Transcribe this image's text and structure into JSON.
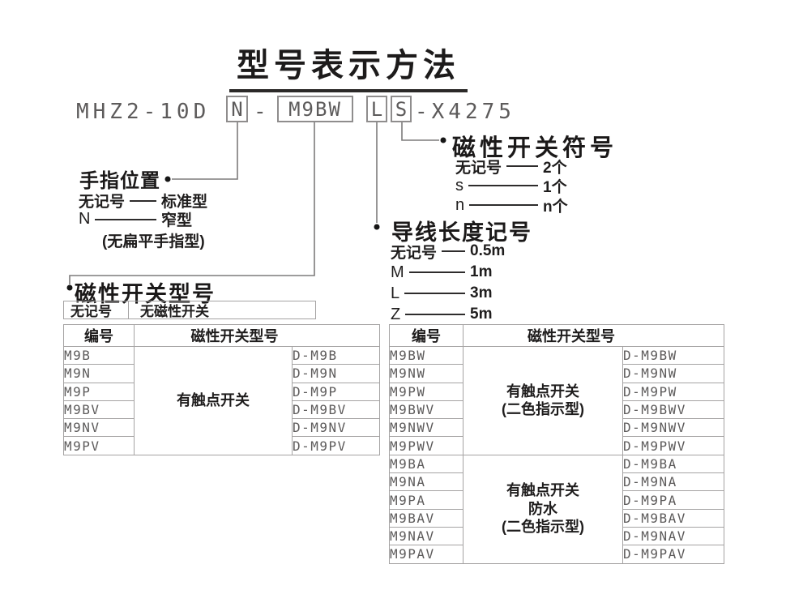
{
  "title": "型号表示方法",
  "model_code": {
    "prefix": "MHZ2-10D",
    "finger_box": "N",
    "dash": "-",
    "switch_box": "M9BW",
    "lead_box": "L",
    "qty_box": "S",
    "suffix": "-X4275"
  },
  "finger_position": {
    "title": "手指位置",
    "items": [
      {
        "symbol": "无记号",
        "value": "标准型"
      },
      {
        "symbol": "N",
        "value": "窄型"
      }
    ],
    "note": "(无扁平手指型)"
  },
  "switch_count": {
    "title": "磁性开关符号",
    "items": [
      {
        "symbol": "无记号",
        "value": "2个"
      },
      {
        "symbol": "s",
        "value": "1个"
      },
      {
        "symbol": "n",
        "value": "n个"
      }
    ]
  },
  "lead_length": {
    "title": "导线长度记号",
    "items": [
      {
        "symbol": "无记号",
        "value": "0.5m"
      },
      {
        "symbol": "M",
        "value": "1m"
      },
      {
        "symbol": "L",
        "value": "3m"
      },
      {
        "symbol": "Z",
        "value": "5m"
      }
    ]
  },
  "switch_model": {
    "title": "磁性开关型号",
    "none_symbol": "无记号",
    "none_value": "无磁性开关"
  },
  "left_table": {
    "col_headers": [
      "编号",
      "磁性开关型号"
    ],
    "groups": [
      {
        "type_lines": [
          "有触点开关"
        ],
        "rows": [
          {
            "code": "M9B",
            "model": "D-M9B"
          },
          {
            "code": "M9N",
            "model": "D-M9N"
          },
          {
            "code": "M9P",
            "model": "D-M9P"
          },
          {
            "code": "M9BV",
            "model": "D-M9BV"
          },
          {
            "code": "M9NV",
            "model": "D-M9NV"
          },
          {
            "code": "M9PV",
            "model": "D-M9PV"
          }
        ]
      }
    ]
  },
  "right_table": {
    "col_headers": [
      "编号",
      "磁性开关型号"
    ],
    "groups": [
      {
        "type_lines": [
          "有触点开关",
          "(二色指示型)"
        ],
        "rows": [
          {
            "code": "M9BW",
            "model": "D-M9BW"
          },
          {
            "code": "M9NW",
            "model": "D-M9NW"
          },
          {
            "code": "M9PW",
            "model": "D-M9PW"
          },
          {
            "code": "M9BWV",
            "model": "D-M9BWV"
          },
          {
            "code": "M9NWV",
            "model": "D-M9NWV"
          },
          {
            "code": "M9PWV",
            "model": "D-M9PWV"
          }
        ]
      },
      {
        "type_lines": [
          "有触点开关",
          "防水",
          "(二色指示型)"
        ],
        "rows": [
          {
            "code": "M9BA",
            "model": "D-M9BA"
          },
          {
            "code": "M9NA",
            "model": "D-M9NA"
          },
          {
            "code": "M9PA",
            "model": "D-M9PA"
          },
          {
            "code": "M9BAV",
            "model": "D-M9BAV"
          },
          {
            "code": "M9NAV",
            "model": "D-M9NAV"
          },
          {
            "code": "M9PAV",
            "model": "D-M9PAV"
          }
        ]
      }
    ]
  },
  "colors": {
    "text_dark": "#1f1d1d",
    "code_gray": "#5d5b5b",
    "table_border": "#a5a3a3",
    "leader_line": "#7d7b7b",
    "bullet_dot": "#161616",
    "background": "#ffffff"
  }
}
